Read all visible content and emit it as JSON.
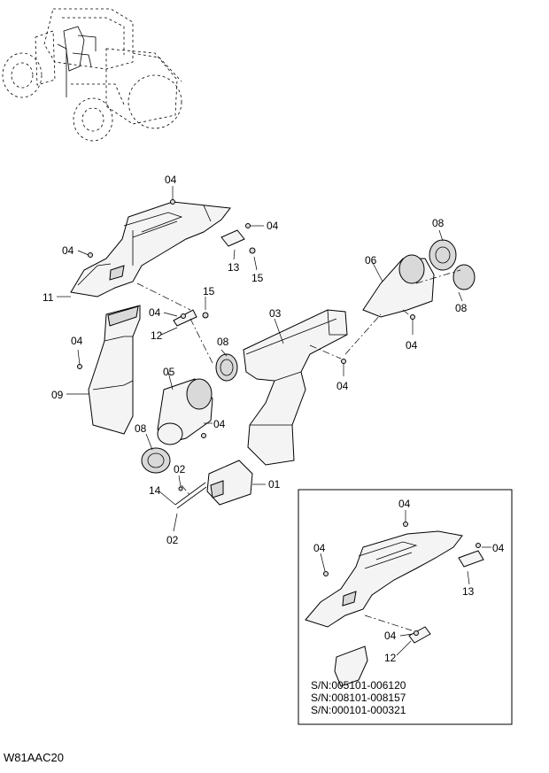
{
  "labels": {
    "l04a": "04",
    "l04b": "04",
    "l04c": "04",
    "l04d": "04",
    "l04e": "04",
    "l04f": "04",
    "l04g": "04",
    "l04h": "04",
    "l04i": "04",
    "l04j": "04",
    "l04k": "04",
    "l13a": "13",
    "l13b": "13",
    "l15": "15",
    "l15b": "15",
    "l11": "11",
    "l12a": "12",
    "l12b": "12",
    "l09": "09",
    "l05": "05",
    "l03": "03",
    "l06": "06",
    "l08a": "08",
    "l08b": "08",
    "l08c": "08",
    "l08d": "08",
    "l02a": "02",
    "l02b": "02",
    "l14": "14",
    "l01": "01"
  },
  "inset": {
    "serials": [
      "S/N:005101-006120",
      "S/N:008101-008157",
      "S/N:000101-000321"
    ]
  },
  "figure_code": "W81AAC20"
}
